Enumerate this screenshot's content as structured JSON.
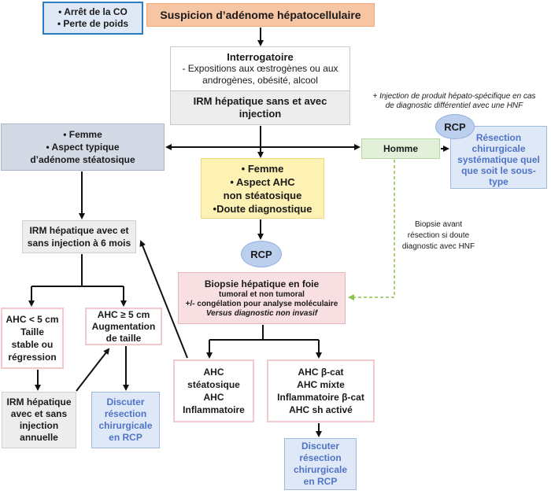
{
  "colors": {
    "orange": "#f6c5a4",
    "blue_fill": "#dfe8f6",
    "blue_border": "#2b7bbf",
    "slate": "#d3dae6",
    "yellow": "#fdf1b3",
    "pink_fill": "#f8dfe1",
    "pink_border": "#e5a5a8",
    "green_fill": "#e2f0d9",
    "gray_fill": "#ededed",
    "rcp_circle": "#bcd0ee",
    "blue_text": "#4f74c7",
    "dash_green": "#8bc34a"
  },
  "nodes": {
    "top_left": {
      "item1": "• Arrêt de la CO",
      "item2": "• Perte de poids"
    },
    "suspicion": {
      "title": "Suspicion d’adénome hépatocellulaire"
    },
    "interrogatoire": {
      "title": "Interrogatoire",
      "line1": "-    Expositions aux œstrogènes ou aux",
      "line2": "androgènes, obésité, alcool"
    },
    "irm_initial": {
      "line1": "IRM hépatique sans et avec",
      "line2": "injection"
    },
    "injection_note": {
      "line1": "+ Injection de produit hépato-spécifique en cas",
      "line2": "de diagnostic différentiel avec une HNF"
    },
    "femme_typique": {
      "line1": "• Femme",
      "line2": "• Aspect typique",
      "line3": "d’adénome stéatosique"
    },
    "homme": {
      "label": "Homme"
    },
    "rcp_top": {
      "label": "RCP"
    },
    "resection_systematique": {
      "line1": "Résection",
      "line2": "chirurgicale",
      "line3": "systématique quel",
      "line4": "que soit le sous-",
      "line5": "type"
    },
    "femme_ahc": {
      "line1": "• Femme",
      "line2": "• Aspect AHC",
      "line3": "non stéatosique",
      "line4": "•Doute diagnostique"
    },
    "biopsie_note": {
      "line1": "Biopsie avant",
      "line2": "résection si doute",
      "line3": "diagnostic avec HNF"
    },
    "irm_6mois": {
      "line1": "IRM hépatique avec et",
      "line2": "sans injection à 6 mois"
    },
    "rcp_mid": {
      "label": "RCP"
    },
    "biopsie": {
      "title": "Biopsie hépatique en foie",
      "line1": "tumoral et non tumoral",
      "line2": "+/- congélation pour analyse moléculaire",
      "line3": "Versus diagnostic non invasif"
    },
    "ahc_lt5": {
      "line1": "AHC < 5 cm",
      "line2": "Taille",
      "line3": "stable ou",
      "line4": "régression"
    },
    "ahc_ge5": {
      "line1": "AHC ≥ 5 cm",
      "line2": "Augmentation",
      "line3": "de taille"
    },
    "irm_annuelle": {
      "line1": "IRM hépatique",
      "line2": "avec et sans",
      "line3": "injection",
      "line4": "annuelle"
    },
    "discuter_left": {
      "line1": "Discuter",
      "line2": "résection",
      "line3": "chirurgicale",
      "line4": "en RCP"
    },
    "ahc_group1": {
      "line1": "AHC",
      "line2": "stéatosique",
      "line3": "AHC",
      "line4": "Inflammatoire"
    },
    "ahc_group2": {
      "line1": "AHC β-cat",
      "line2": "AHC mixte",
      "line3": "Inflammatoire β-cat",
      "line4": "AHC sh activé"
    },
    "discuter_bottom": {
      "line1": "Discuter",
      "line2": "résection",
      "line3": "chirurgicale",
      "line4": "en RCP"
    }
  }
}
